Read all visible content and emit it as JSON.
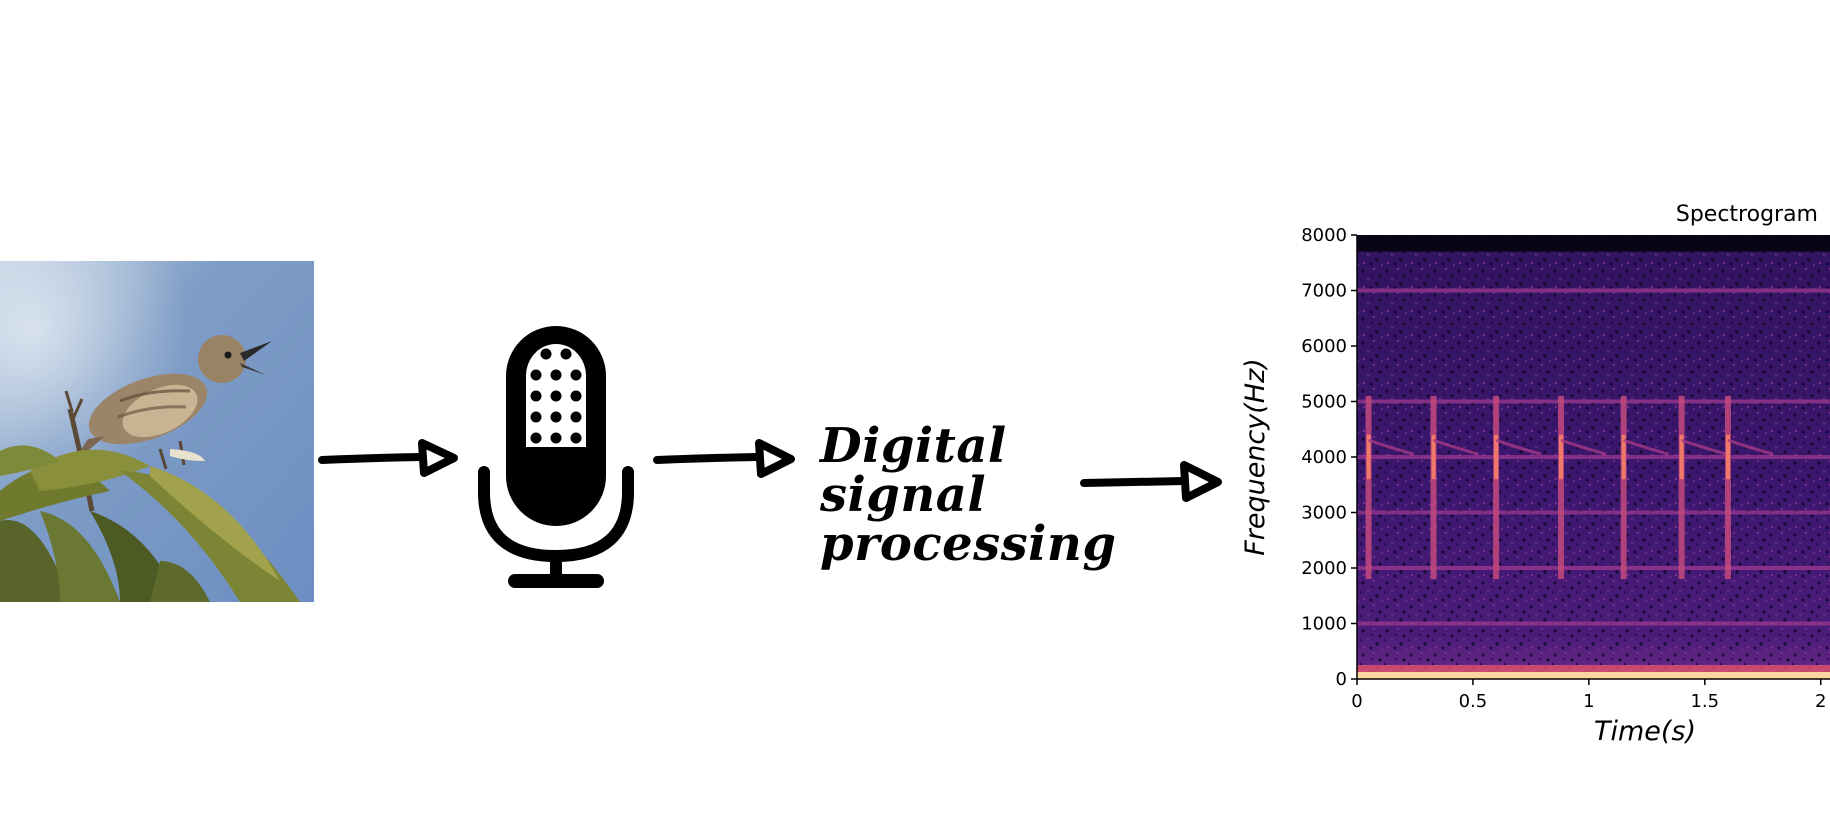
{
  "pipeline": {
    "steps": [
      {
        "name": "bird-photo",
        "icon": "bird-photo"
      },
      {
        "name": "microphone",
        "icon": "microphone-icon"
      },
      {
        "name": "dsp",
        "label_lines": [
          "Digital",
          "signal",
          "processing"
        ]
      },
      {
        "name": "spectrogram"
      }
    ],
    "arrow_color": "#000000"
  },
  "chart_data": {
    "type": "heatmap",
    "title": "Spectrogram",
    "xlabel": "Time(s)",
    "ylabel": "Frequency(Hz)",
    "xlim": [
      0,
      2
    ],
    "ylim": [
      0,
      8000
    ],
    "x_ticks": [
      0,
      0.5,
      1,
      1.5,
      2
    ],
    "x_tick_labels": [
      "0",
      "0.5",
      "1",
      "1.5",
      "2"
    ],
    "y_ticks": [
      0,
      1000,
      2000,
      3000,
      4000,
      5000,
      6000,
      7000,
      8000
    ],
    "y_tick_labels": [
      "0",
      "1000",
      "2000",
      "3000",
      "4000",
      "5000",
      "6000",
      "7000",
      "8000"
    ],
    "colormap": "magma",
    "harmonic_bands_hz": [
      1000,
      2000,
      3000,
      4000,
      5000,
      7000
    ],
    "call_onsets_s": [
      0.05,
      0.33,
      0.6,
      0.88,
      1.15,
      1.4,
      1.6
    ],
    "call_freq_range_hz": [
      1800,
      5100
    ],
    "dark_band_above_hz": 7700
  }
}
